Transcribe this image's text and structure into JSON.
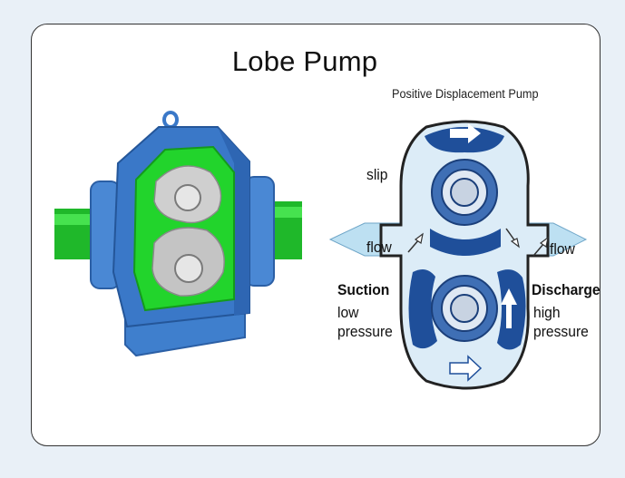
{
  "title": "Lobe Pump",
  "subtitle": "Positive Displacement Pump",
  "labels": {
    "slip": "slip",
    "flow_in": "flow",
    "flow_out": "flow",
    "suction": "Suction",
    "suction_sub1": "low",
    "suction_sub2": "pressure",
    "discharge": "Discharge",
    "discharge_sub1": "high",
    "discharge_sub2": "pressure"
  },
  "colors": {
    "pump_blue": "#3a78c8",
    "lobe_green": "#22d42c",
    "schematic_dark_blue": "#1f4f9a",
    "casing_light": "#dcecf7",
    "arrow_fill": "#bde0f2"
  }
}
